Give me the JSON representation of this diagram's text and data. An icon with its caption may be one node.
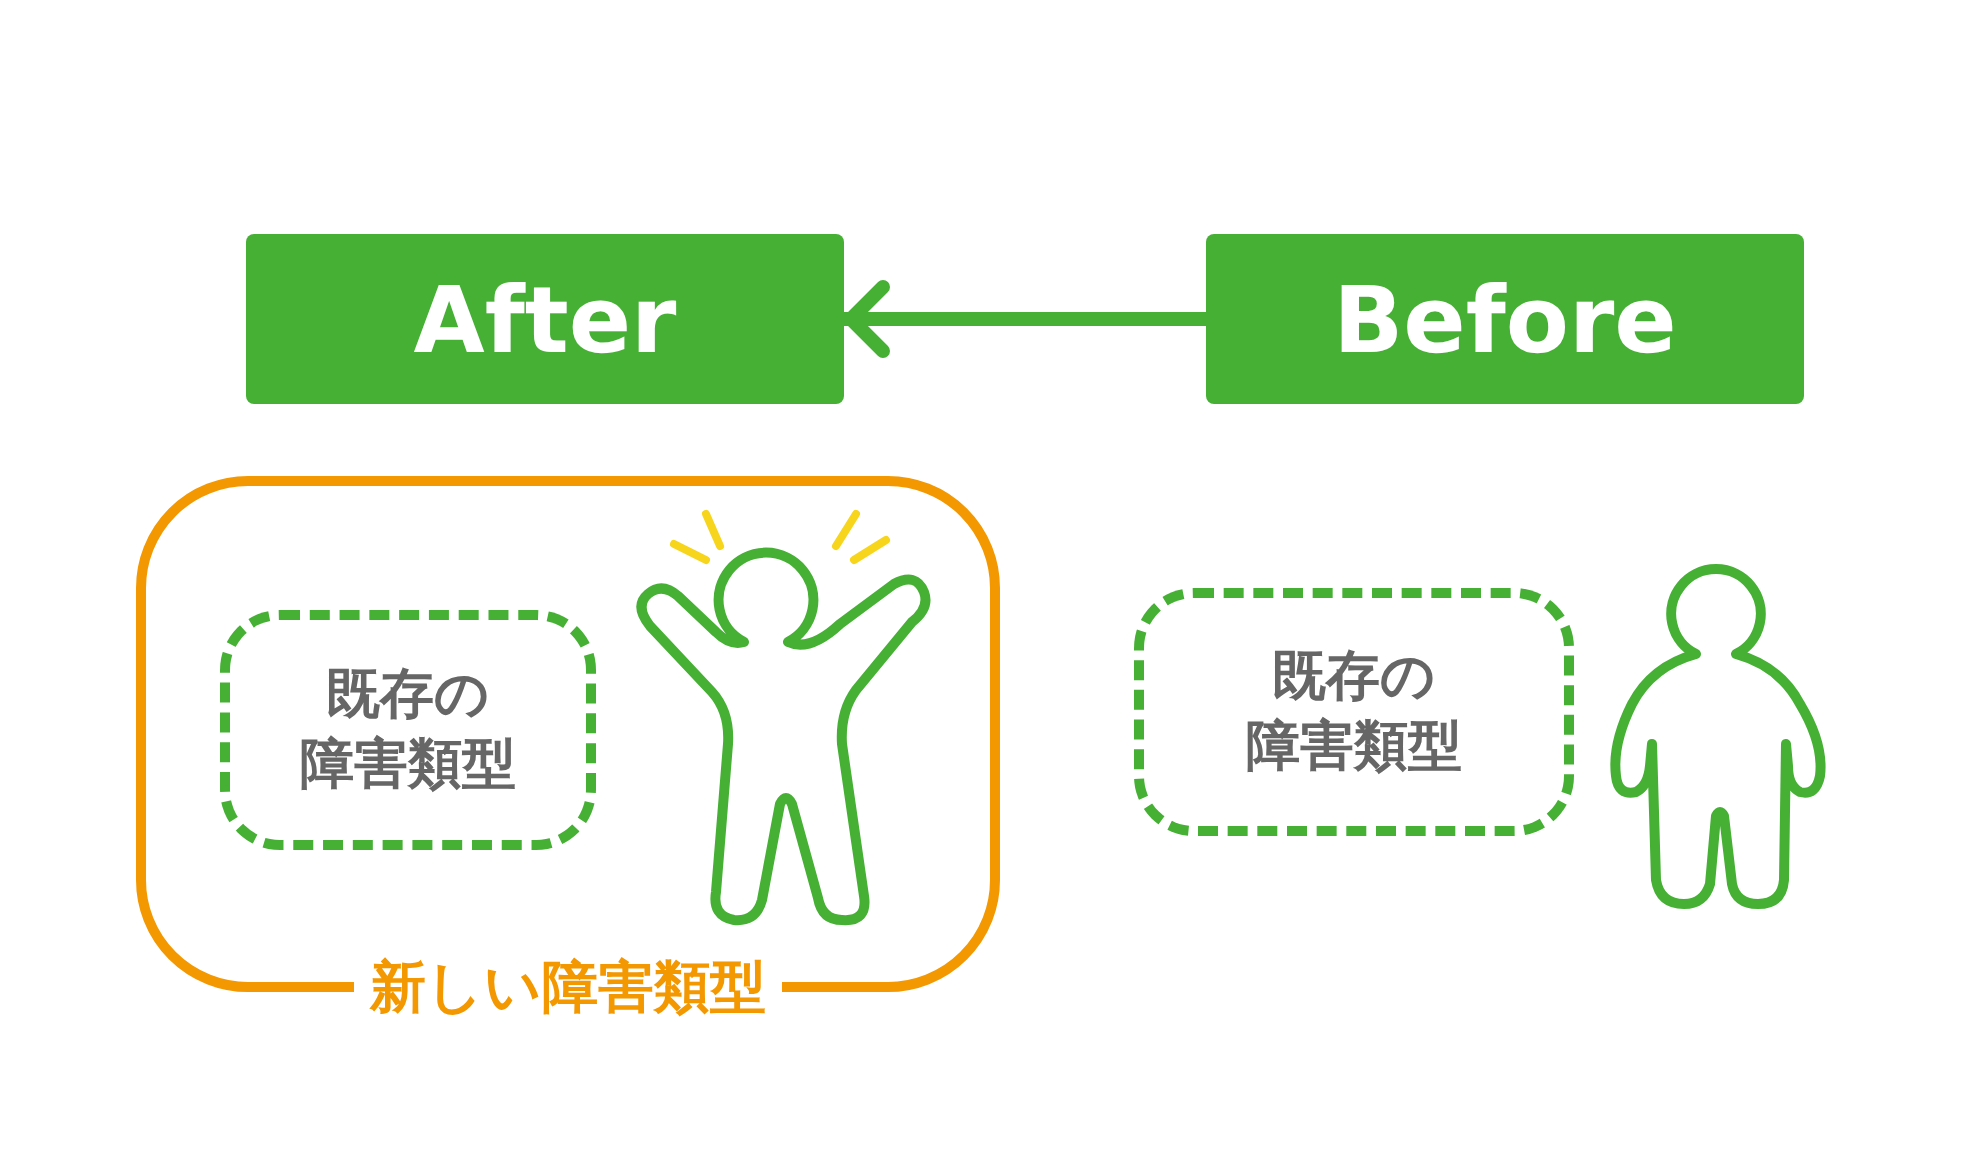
{
  "diagram": {
    "nodes": [
      {
        "text": [
          "After"
        ]
      },
      {
        "text": [
          "Before"
        ]
      },
      {
        "text": [
          "新しい障害類型"
        ]
      },
      {
        "text": [
          "既存の障害類型"
        ],
        "in": 2
      },
      {
        "text": [],
        "shape": "person",
        "in": 2
      },
      {
        "text": [
          "既存の障害類型"
        ]
      },
      {
        "text": [],
        "shape": "person"
      }
    ],
    "edges": [
      {
        "from": 1,
        "to": 0,
        "arrow": "to"
      }
    ]
  }
}
